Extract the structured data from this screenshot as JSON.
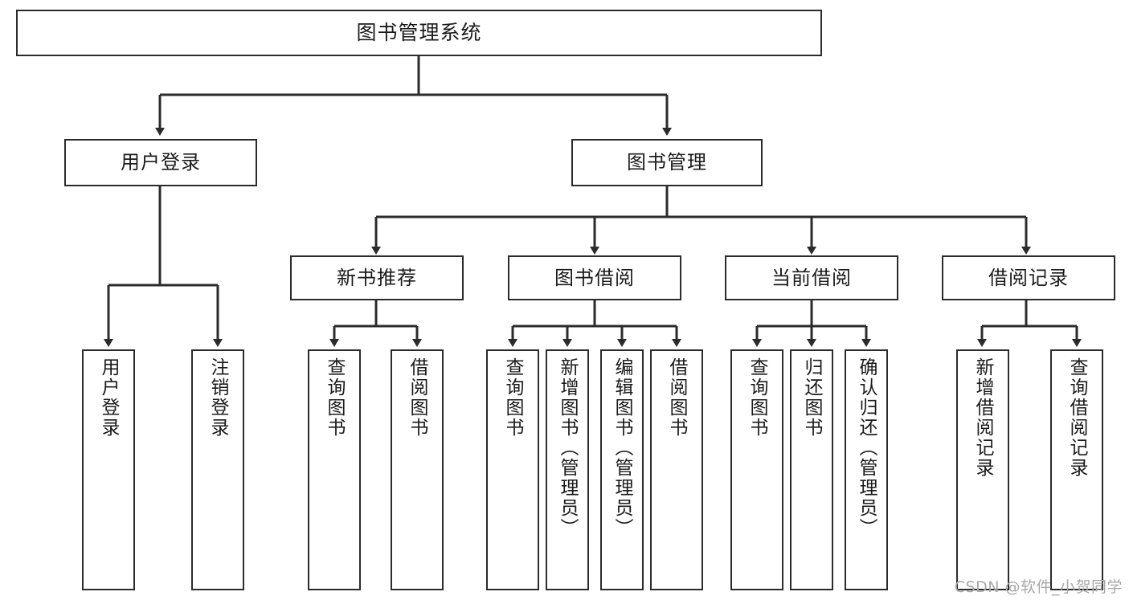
{
  "diagram": {
    "title": "图书管理系统",
    "type": "functional-structure-tree",
    "watermark": "CSDN @软件_小贺同学",
    "colors": {
      "stroke": "#2b2b2b",
      "fill": "#ffffff",
      "text": "#1b1b1b",
      "watermark": "#a8a8a8"
    },
    "levels": {
      "root": {
        "label": "图书管理系统"
      },
      "level2": [
        {
          "label": "用户登录"
        },
        {
          "label": "图书管理"
        }
      ],
      "level3": [
        {
          "label": "新书推荐"
        },
        {
          "label": "图书借阅"
        },
        {
          "label": "当前借阅"
        },
        {
          "label": "借阅记录"
        }
      ]
    },
    "groups": {
      "user_login_leaves": [
        {
          "label": "用户登录"
        },
        {
          "label": "注销登录"
        }
      ],
      "new_book_leaves": [
        {
          "label": "查询图书"
        },
        {
          "label": "借阅图书"
        }
      ],
      "borrow_book_leaves": [
        {
          "label": "查询图书"
        },
        {
          "label": "新增图书（管理员）"
        },
        {
          "label": "编辑图书（管理员）"
        },
        {
          "label": "借阅图书"
        }
      ],
      "current_borrow_leaves": [
        {
          "label": "查询图书"
        },
        {
          "label": "归还图书"
        },
        {
          "label": "确认归还（管理员）"
        }
      ],
      "borrow_record_leaves": [
        {
          "label": "新增借阅记录"
        },
        {
          "label": "查询借阅记录"
        }
      ]
    }
  }
}
